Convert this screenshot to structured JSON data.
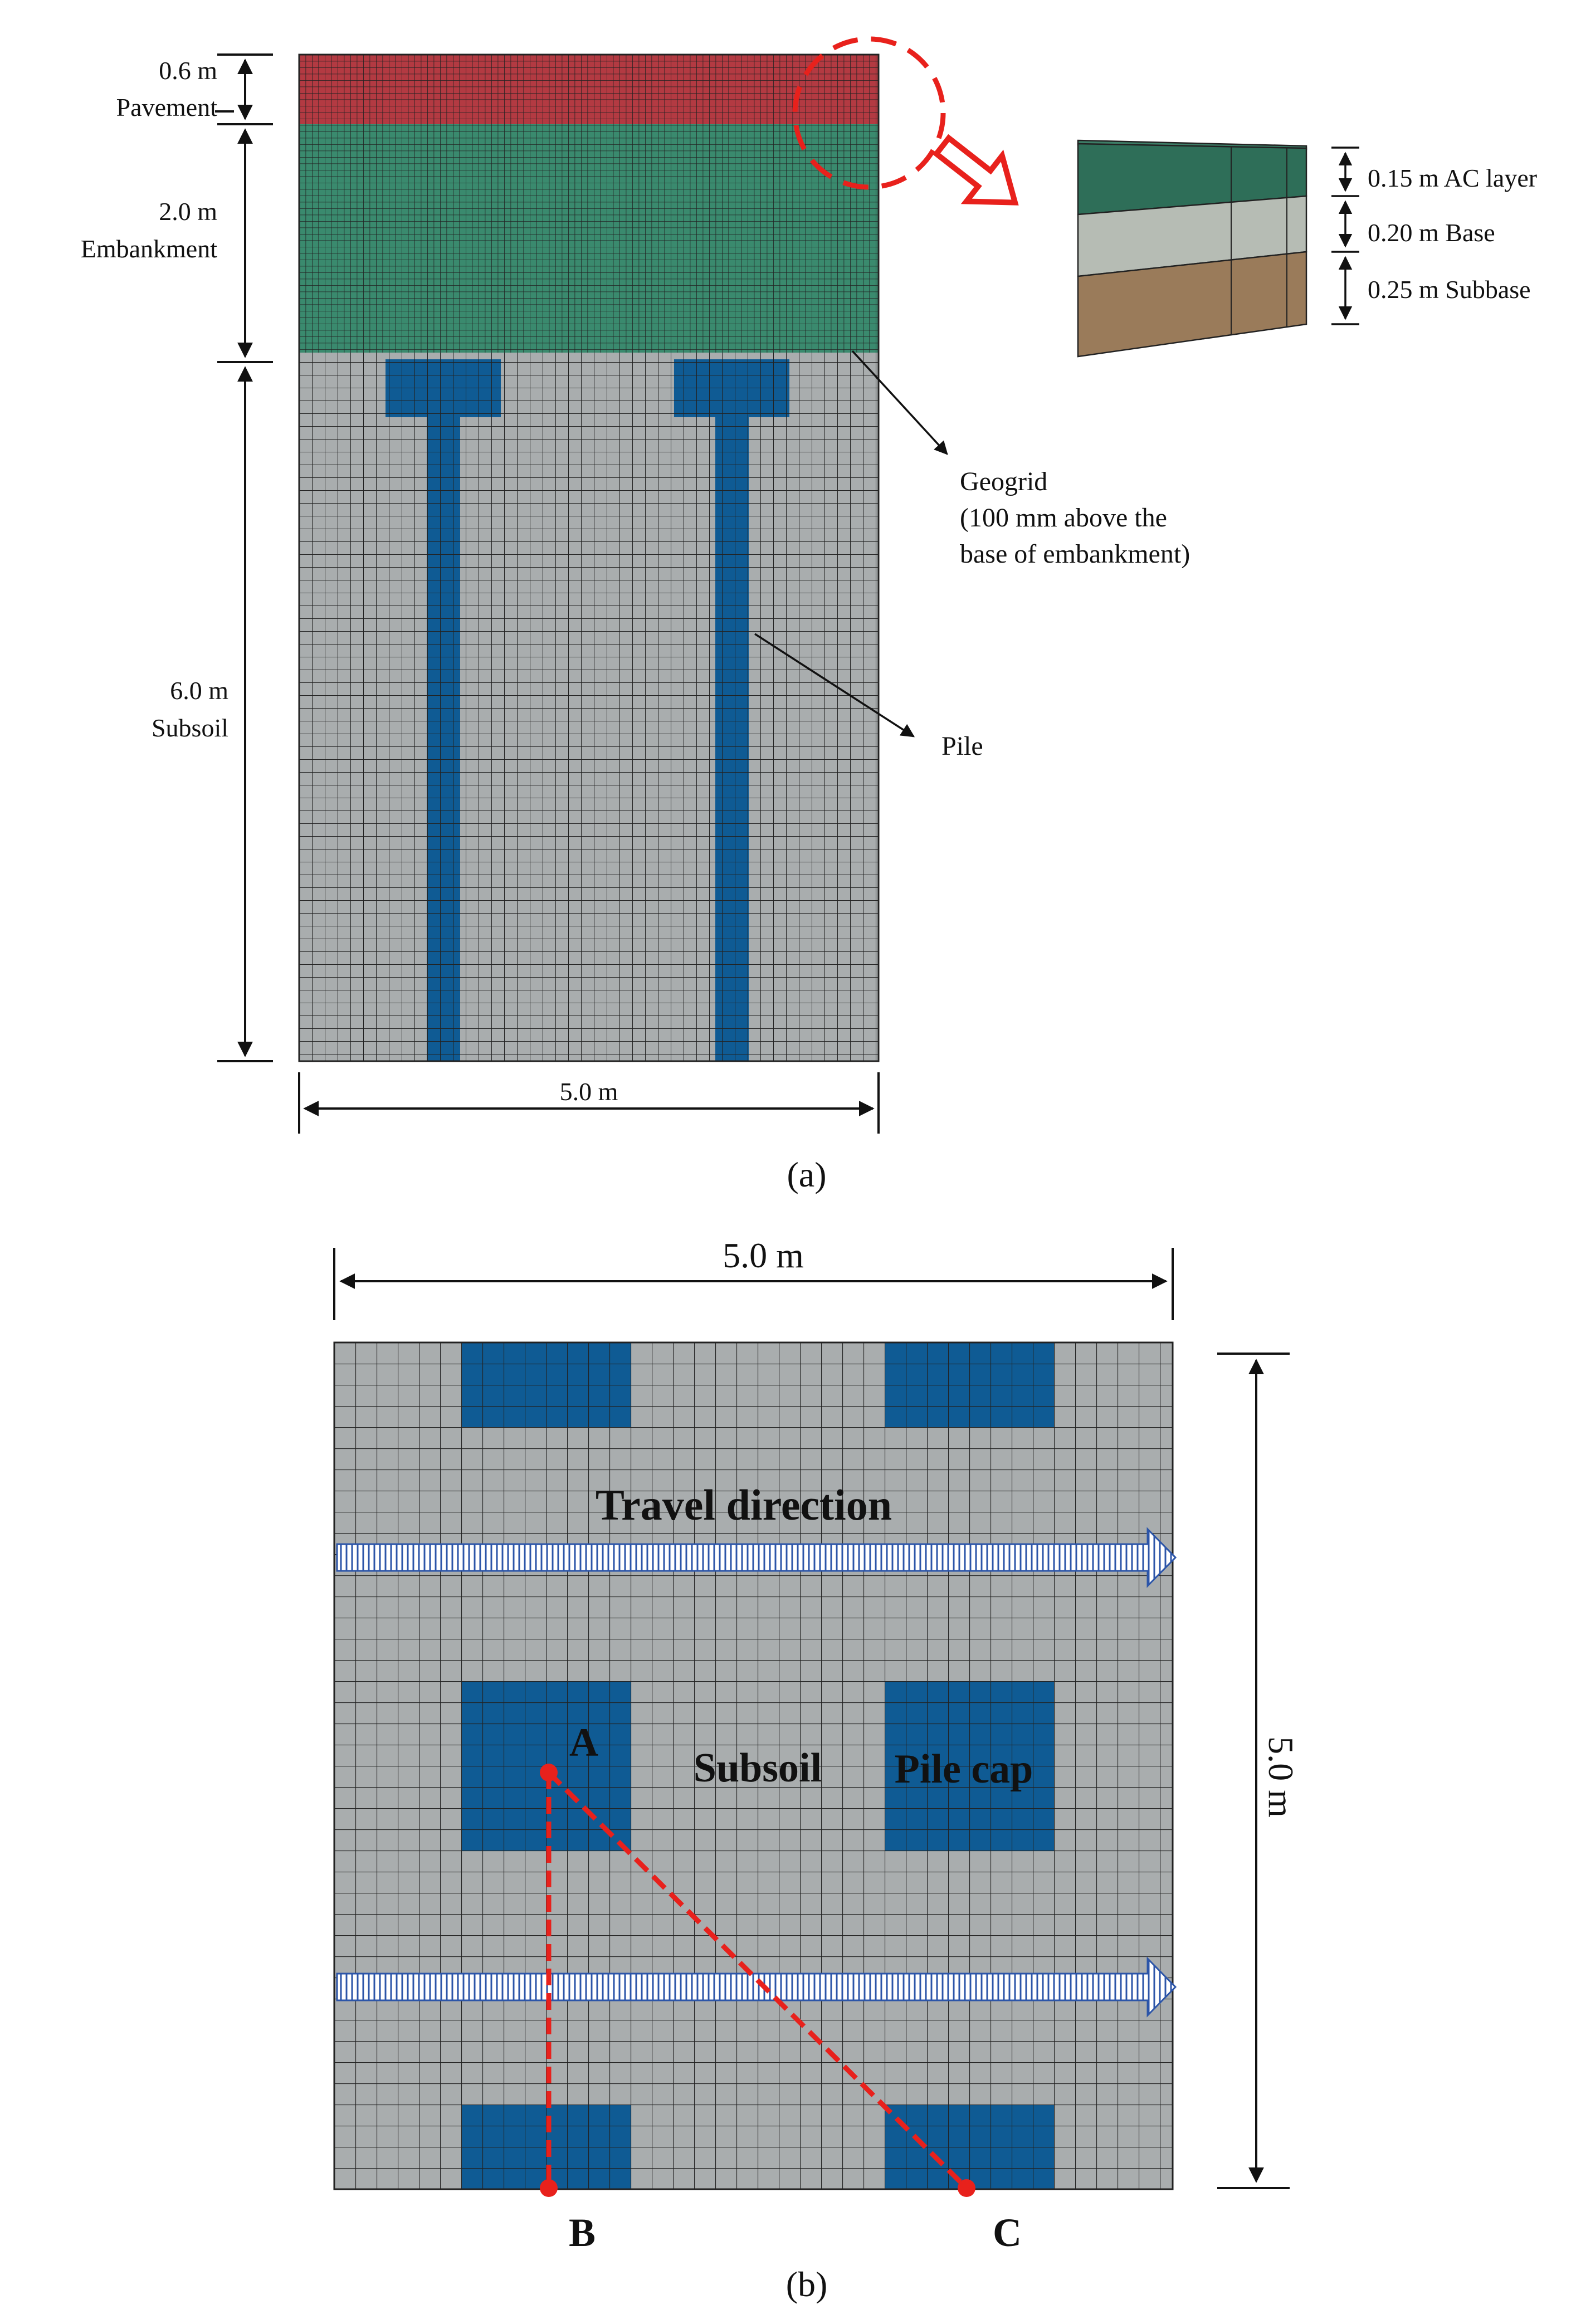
{
  "panel_a": {
    "caption": "(a)",
    "dims": {
      "pavement_thickness": "0.6 m",
      "pavement_name": "Pavement",
      "embankment_thickness": "2.0 m",
      "embankment_name": "Embankment",
      "subsoil_thickness": "6.0 m",
      "subsoil_name": "Subsoil",
      "width": "5.0 m"
    },
    "callouts": {
      "geogrid_line1": "Geogrid",
      "geogrid_line2": "(100 mm above the",
      "geogrid_line3": "base of embankment)",
      "pile": "Pile"
    },
    "detail_layers": {
      "ac_layer": "0.15 m AC layer",
      "base": "0.20 m Base",
      "subbase": "0.25 m Subbase"
    },
    "colors": {
      "pavement": "#b33a42",
      "embankment": "#3a8a6e",
      "subsoil": "#a9adae",
      "pile": "#0f5b94",
      "ac_layer": "#2e6e58",
      "base": "#b6bcb4",
      "subbase": "#9a7b5a",
      "highlight": "#e8211c"
    }
  },
  "panel_b": {
    "caption": "(b)",
    "top_width": "5.0 m",
    "side_height": "5.0 m",
    "travel_direction": "Travel direction",
    "subsoil_label": "Subsoil",
    "pile_cap_label": "Pile cap",
    "point_a": "A",
    "point_b": "B",
    "point_c": "C"
  }
}
